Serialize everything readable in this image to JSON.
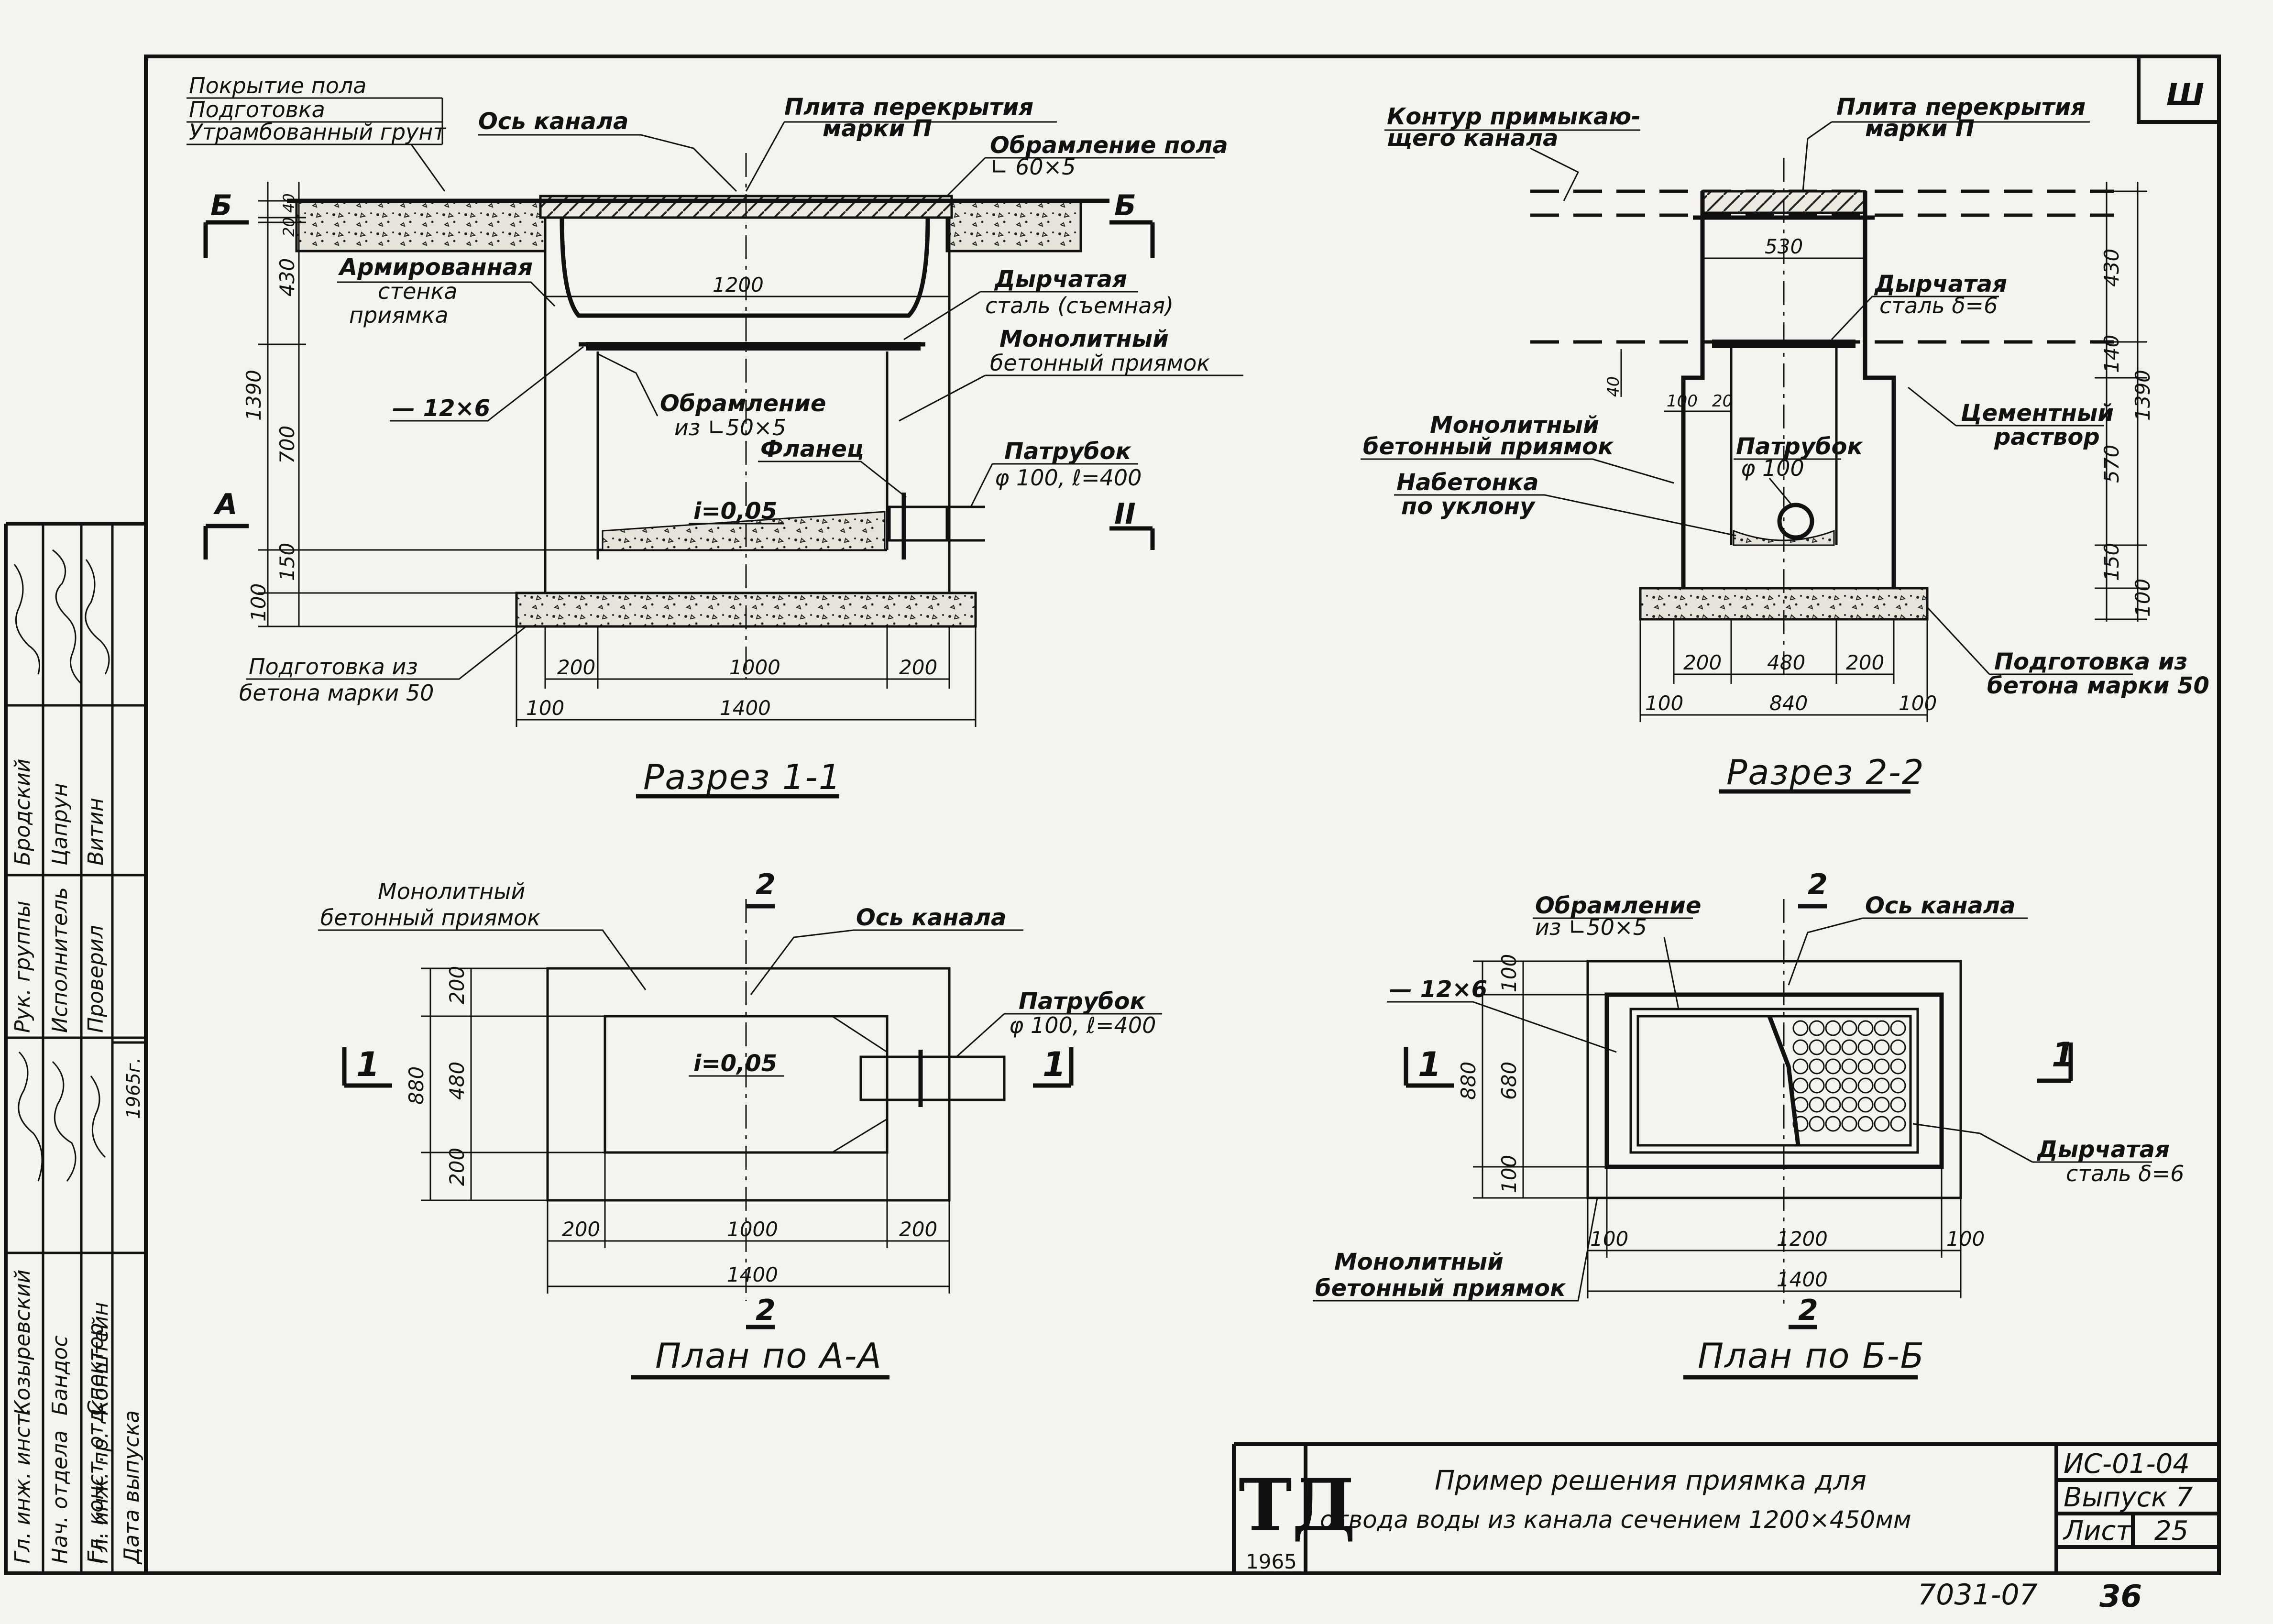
{
  "sheet_corner_code": "Ш",
  "section_1": {
    "title": "Разрез 1-1",
    "cut_mark_top_left": "Б",
    "cut_mark_top_right": "Б",
    "cut_mark_bottom_left": "А",
    "cut_mark_bottom_right": "II",
    "notes": {
      "floor_1": "Покрытие пола",
      "floor_2": "Подготовка",
      "floor_3": "Утрамбованный грунт",
      "axis": "Ось канала",
      "slab_1": "Плита перекрытия",
      "slab_2": "марки П",
      "edge_1": "Обрамление пола",
      "edge_2": "∟ 60×5",
      "wall_1": "Армированная",
      "wall_2": "стенка",
      "wall_3": "приямка",
      "perf_1": "Дырчатая",
      "perf_2": "сталь (съемная)",
      "mono_1": "Монолитный",
      "mono_2": "бетонный приямок",
      "strip": "— 12×6",
      "frame_1": "Обрамление",
      "frame_2": "из ∟50×5",
      "flange": "Фланец",
      "pipe_1": "Патрубок",
      "pipe_2": "φ 100, ℓ=400",
      "slope": "i=0,05",
      "base_1": "Подготовка из",
      "base_2": "бетона марки 50"
    },
    "dims_vertical": [
      "1390",
      "430",
      "40",
      "20",
      "700",
      "150",
      "100"
    ],
    "dims_horizontal": [
      "1200",
      "200",
      "1000",
      "200",
      "100",
      "1400"
    ]
  },
  "section_2": {
    "title": "Разрез 2-2",
    "notes": {
      "contour_1": "Контур примыкаю-",
      "contour_2": "щего канала",
      "slab_1": "Плита перекрытия",
      "slab_2": "марки П",
      "perf_1": "Дырчатая",
      "perf_2": "сталь δ=6",
      "cement_1": "Цементный",
      "cement_2": "раствор",
      "mono_1": "Монолитный",
      "mono_2": "бетонный приямок",
      "fill_1": "Набетонка",
      "fill_2": "по уклону",
      "pipe_1": "Патрубок",
      "pipe_2": "φ 100",
      "base_1": "Подготовка из",
      "base_2": "бетона марки 50"
    },
    "dims_vertical": [
      "1390",
      "430",
      "140",
      "570",
      "150",
      "100",
      "40"
    ],
    "dims_horizontal": [
      "530",
      "100",
      "20",
      "200",
      "480",
      "200",
      "100",
      "840",
      "100"
    ]
  },
  "plan_a": {
    "title": "План по А-А",
    "notes": {
      "mono_1": "Монолитный",
      "mono_2": "бетонный приямок",
      "axis": "Ось канала",
      "pipe_1": "Патрубок",
      "pipe_2": "φ 100, ℓ=400",
      "slope": "i=0,05"
    },
    "cut_top": "2",
    "cut_bottom": "2",
    "cut_left": "1",
    "cut_right": "1",
    "dims_vertical": [
      "880",
      "200",
      "480",
      "200"
    ],
    "dims_horizontal": [
      "200",
      "1000",
      "200",
      "1400"
    ]
  },
  "plan_b": {
    "title": "План по Б-Б",
    "notes": {
      "frame_1": "Обрамление",
      "frame_2": "из ∟50×5",
      "axis": "Ось канала",
      "strip": "— 12×6",
      "perf_1": "Дырчатая",
      "perf_2": "сталь δ=6",
      "mono_1": "Монолитный",
      "mono_2": "бетонный приямок"
    },
    "cut_top": "2",
    "cut_bottom": "2",
    "cut_left": "1",
    "cut_right": "1",
    "dims_vertical": [
      "880",
      "100",
      "680",
      "100"
    ],
    "dims_horizontal": [
      "100",
      "1200",
      "100",
      "1400"
    ]
  },
  "stamp": {
    "rows": [
      {
        "role": "Гл. инж. инст.",
        "name": "Козыревский"
      },
      {
        "role": "Нач. отдела",
        "name": "Бандос"
      },
      {
        "role": "Гл. конст. отд.",
        "name": "Спектор"
      },
      {
        "role": "Гл. инж. пр.",
        "name": "Копштейн"
      },
      {
        "role": "Рук. группы",
        "name": "Бродский"
      },
      {
        "role": "Исполнитель",
        "name": "Цапрун"
      },
      {
        "role": "Проверил",
        "name": "Витин"
      }
    ],
    "date_label": "Дата выпуска",
    "date_value": "1965г."
  },
  "title_block": {
    "logo": "ТД",
    "logo_year": "1965",
    "title_line_1": "Пример решения приямка для",
    "title_line_2": "отвода воды из канала сечением 1200×450мм",
    "series": "ИС-01-04",
    "issue": "Выпуск 7",
    "sheet_label": "Лист",
    "sheet_number": "25"
  },
  "archive_number": "7031-07",
  "archive_page": "36"
}
